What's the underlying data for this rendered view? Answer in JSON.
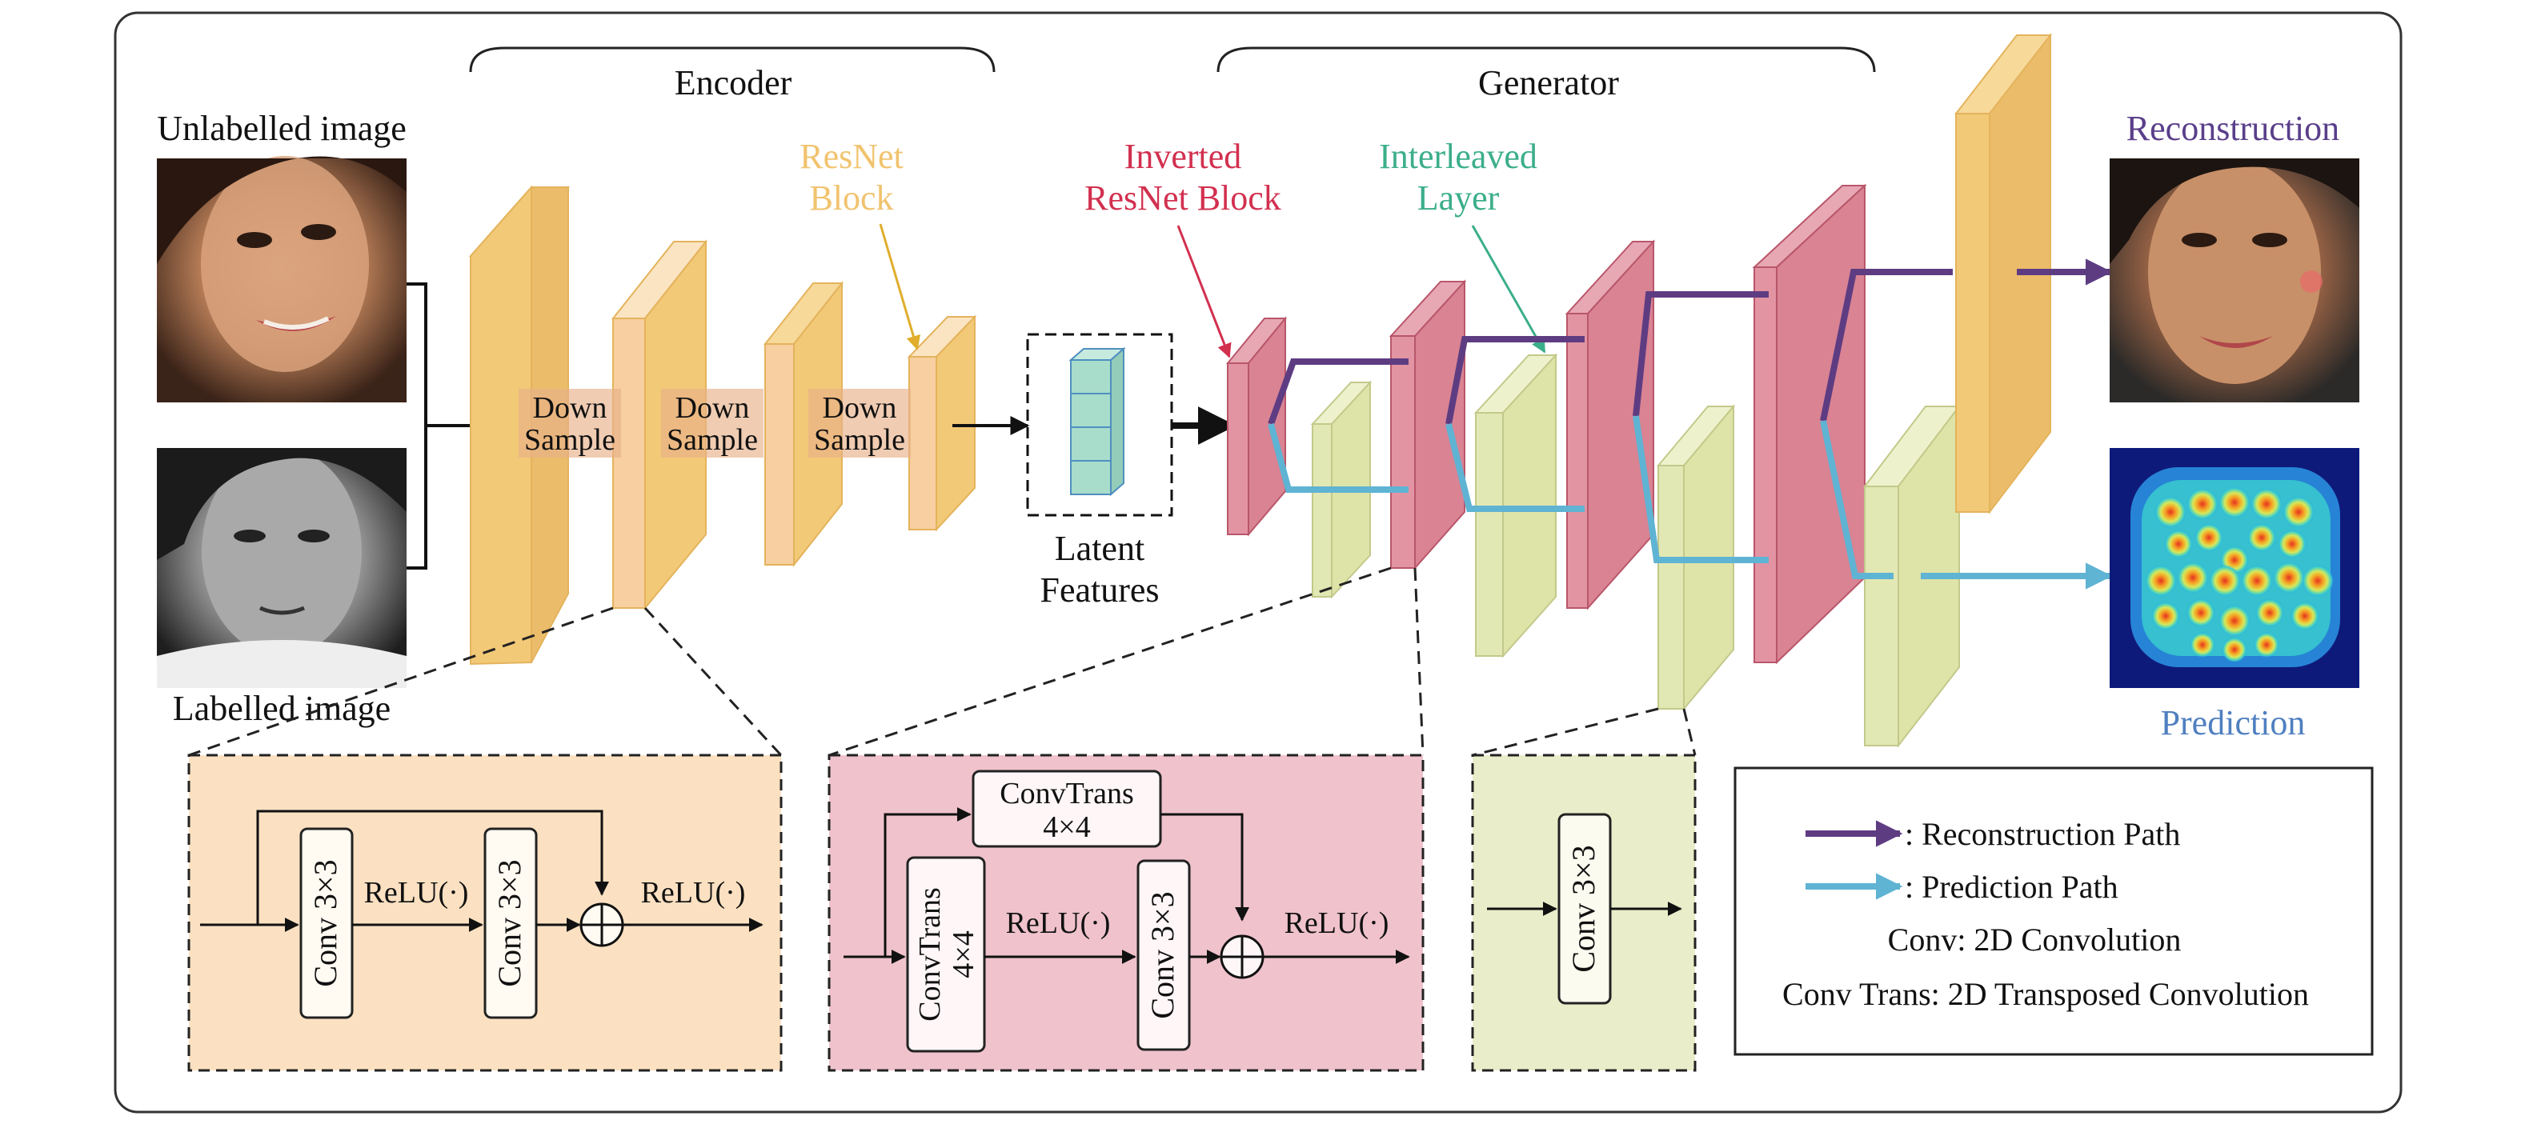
{
  "labels": {
    "encoder": "Encoder",
    "generator": "Generator",
    "unlabelled_image": "Unlabelled image",
    "labelled_image": "Labelled image",
    "resnet_block_line1": "ResNet",
    "resnet_block_line2": "Block",
    "inverted_resnet_line1": "Inverted",
    "inverted_resnet_line2": "ResNet Block",
    "interleaved_line1": "Interleaved",
    "interleaved_line2": "Layer",
    "down_sample_line1": "Down",
    "down_sample_line2": "Sample",
    "latent_line1": "Latent",
    "latent_line2": "Features",
    "reconstruction": "Reconstruction",
    "prediction": "Prediction"
  },
  "detail_resnet": {
    "conv1": "Conv 3×3",
    "conv2": "Conv 3×3",
    "relu1": "ReLU(·)",
    "relu2": "ReLU(·)"
  },
  "detail_inverted": {
    "convtrans_top_line1": "ConvTrans",
    "convtrans_top_line2": "4×4",
    "convtrans_side_line1": "ConvTrans",
    "convtrans_side_line2": "4×4",
    "conv": "Conv 3×3",
    "relu1": "ReLU(·)",
    "relu2": "ReLU(·)"
  },
  "detail_interleaved": {
    "conv": "Conv 3×3"
  },
  "legend": {
    "reconstruction_path": ": Reconstruction Path",
    "prediction_path": ": Prediction Path",
    "conv_def": "Conv: 2D Convolution",
    "convtrans_def": "Conv Trans: 2D Transposed Convolution"
  },
  "colors": {
    "encoder_block": "#f2c977",
    "resnet_block": "#f7cfa0",
    "inverted_block": "#d98393",
    "interleaved_block": "#e2e8b3",
    "latent_cube": "#a8dccb",
    "recon_path": "#5e3c82",
    "pred_path": "#5fb3d3",
    "detail_orange": "#fbe1c2",
    "detail_pink": "#efc2cc",
    "detail_green": "#e9edc9",
    "encoder_label": "#f1c36e",
    "inverted_label": "#d2304f",
    "interleaved_label": "#3bae8a",
    "recon_label": "#5a3f8a",
    "pred_label": "#4f7fc0"
  },
  "icons": [
    "face-photo-unlabelled",
    "face-photo-labelled-grayscale",
    "face-photo-reconstruction",
    "heatmap-prediction",
    "oplus-sum-icon",
    "arrow-icon"
  ]
}
